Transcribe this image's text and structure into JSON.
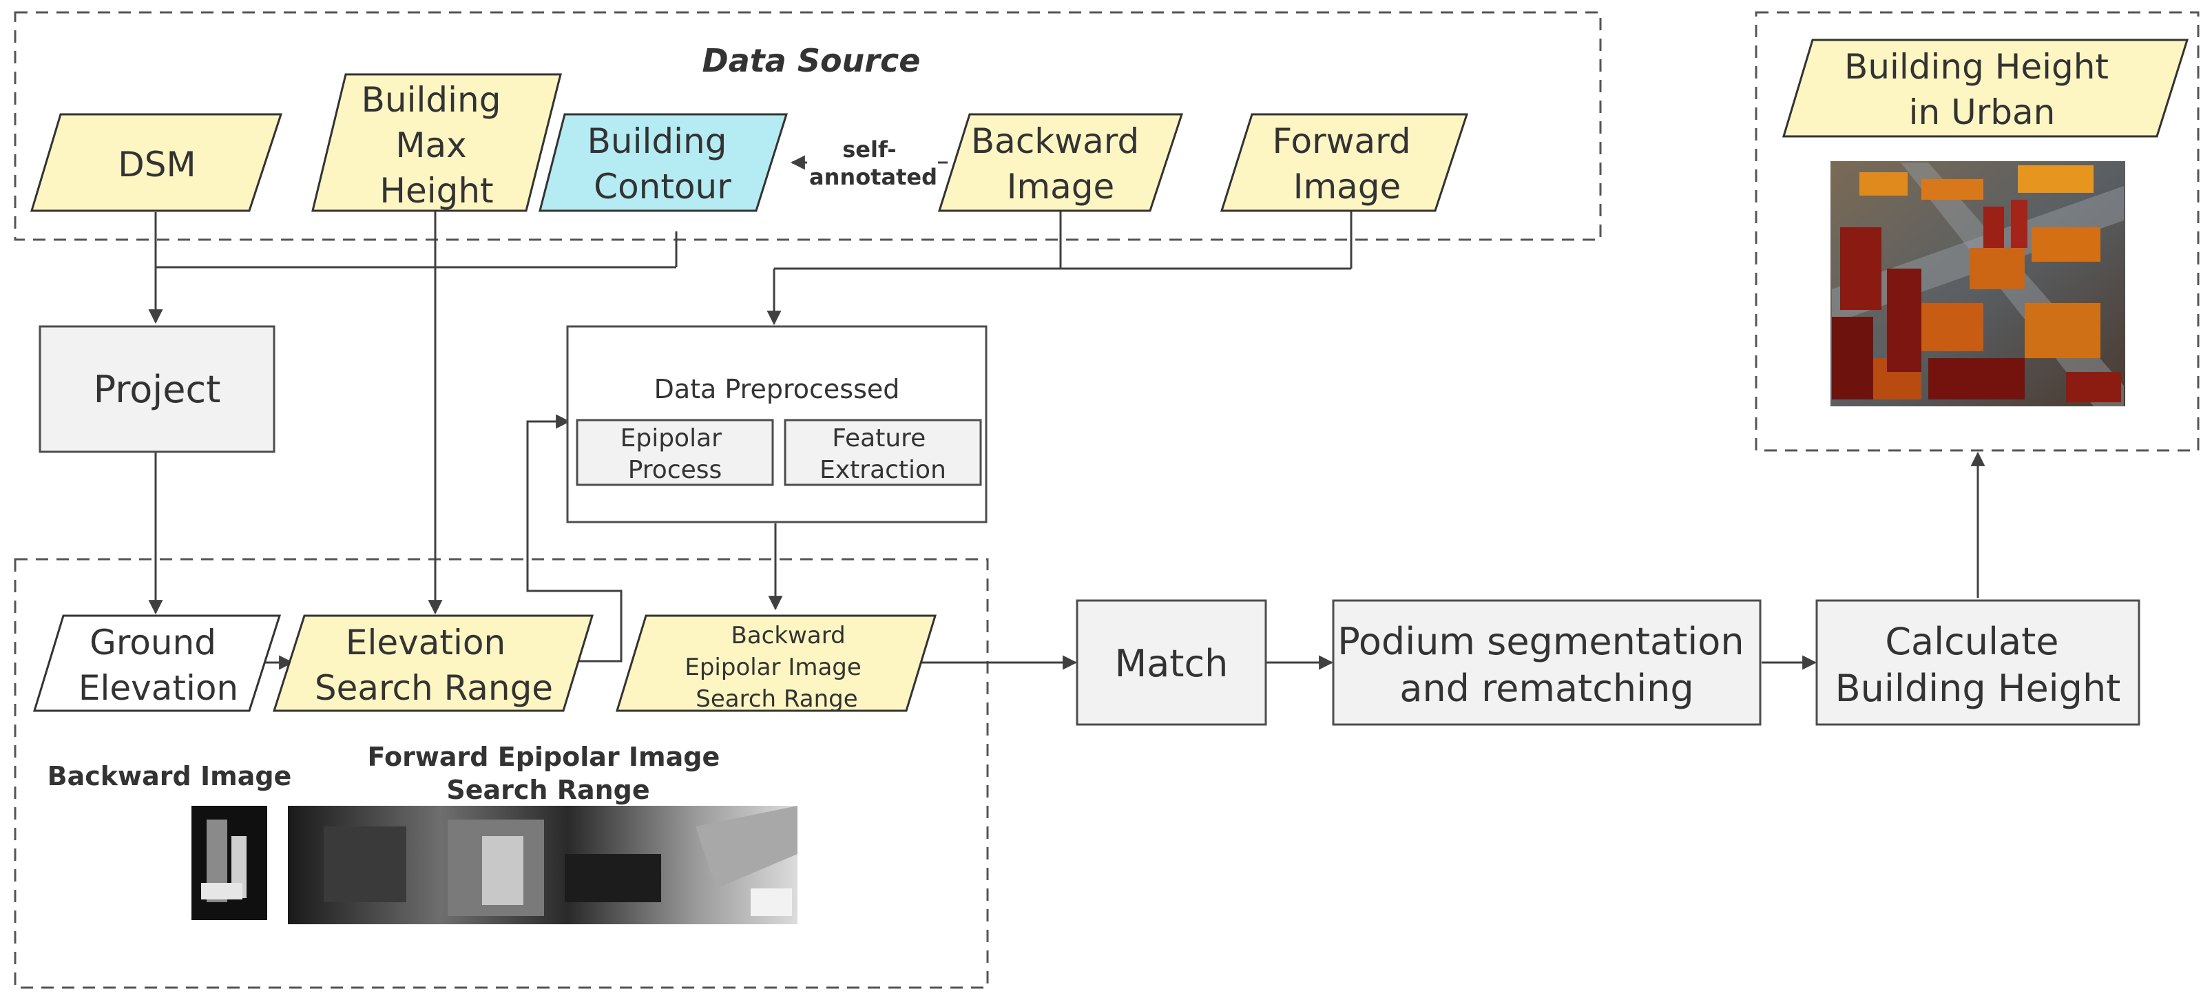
{
  "groups": {
    "data_source_title": "Data Source"
  },
  "nodes": {
    "dsm": [
      "DSM"
    ],
    "building_max_height": [
      "Building",
      "Max",
      "Height"
    ],
    "building_contour": [
      "Building",
      "Contour"
    ],
    "backward_image": [
      "Backward",
      "Image"
    ],
    "forward_image": [
      "Forward",
      "Image"
    ],
    "project": [
      "Project"
    ],
    "data_preprocessed": "Data Preprocessed",
    "epipolar_process": [
      "Epipolar",
      "Process"
    ],
    "feature_extraction": [
      "Feature",
      "Extraction"
    ],
    "ground_elevation": [
      "Ground",
      "Elevation"
    ],
    "elevation_search_range": [
      "Elevation",
      "Search Range"
    ],
    "backward_epipolar_range": [
      "Backward",
      "Epipolar Image",
      "Search Range"
    ],
    "match": [
      "Match"
    ],
    "podium_segmentation": [
      "Podium segmentation",
      "and rematching"
    ],
    "calculate_height": [
      "Calculate",
      "Building Height"
    ],
    "building_height_urban": [
      "Building Height",
      "in Urban"
    ]
  },
  "edge_labels": {
    "self_annotated": [
      "self-",
      "annotated"
    ]
  },
  "captions": {
    "backward_image": "Backward Image",
    "forward_epipolar": [
      "Forward Epipolar Image",
      "Search Range"
    ]
  },
  "colors": {
    "input_fill": "#fdf6c3",
    "contour_fill": "#b5ebf2",
    "process_fill": "#f2f2f2",
    "group_border": "#555555"
  }
}
